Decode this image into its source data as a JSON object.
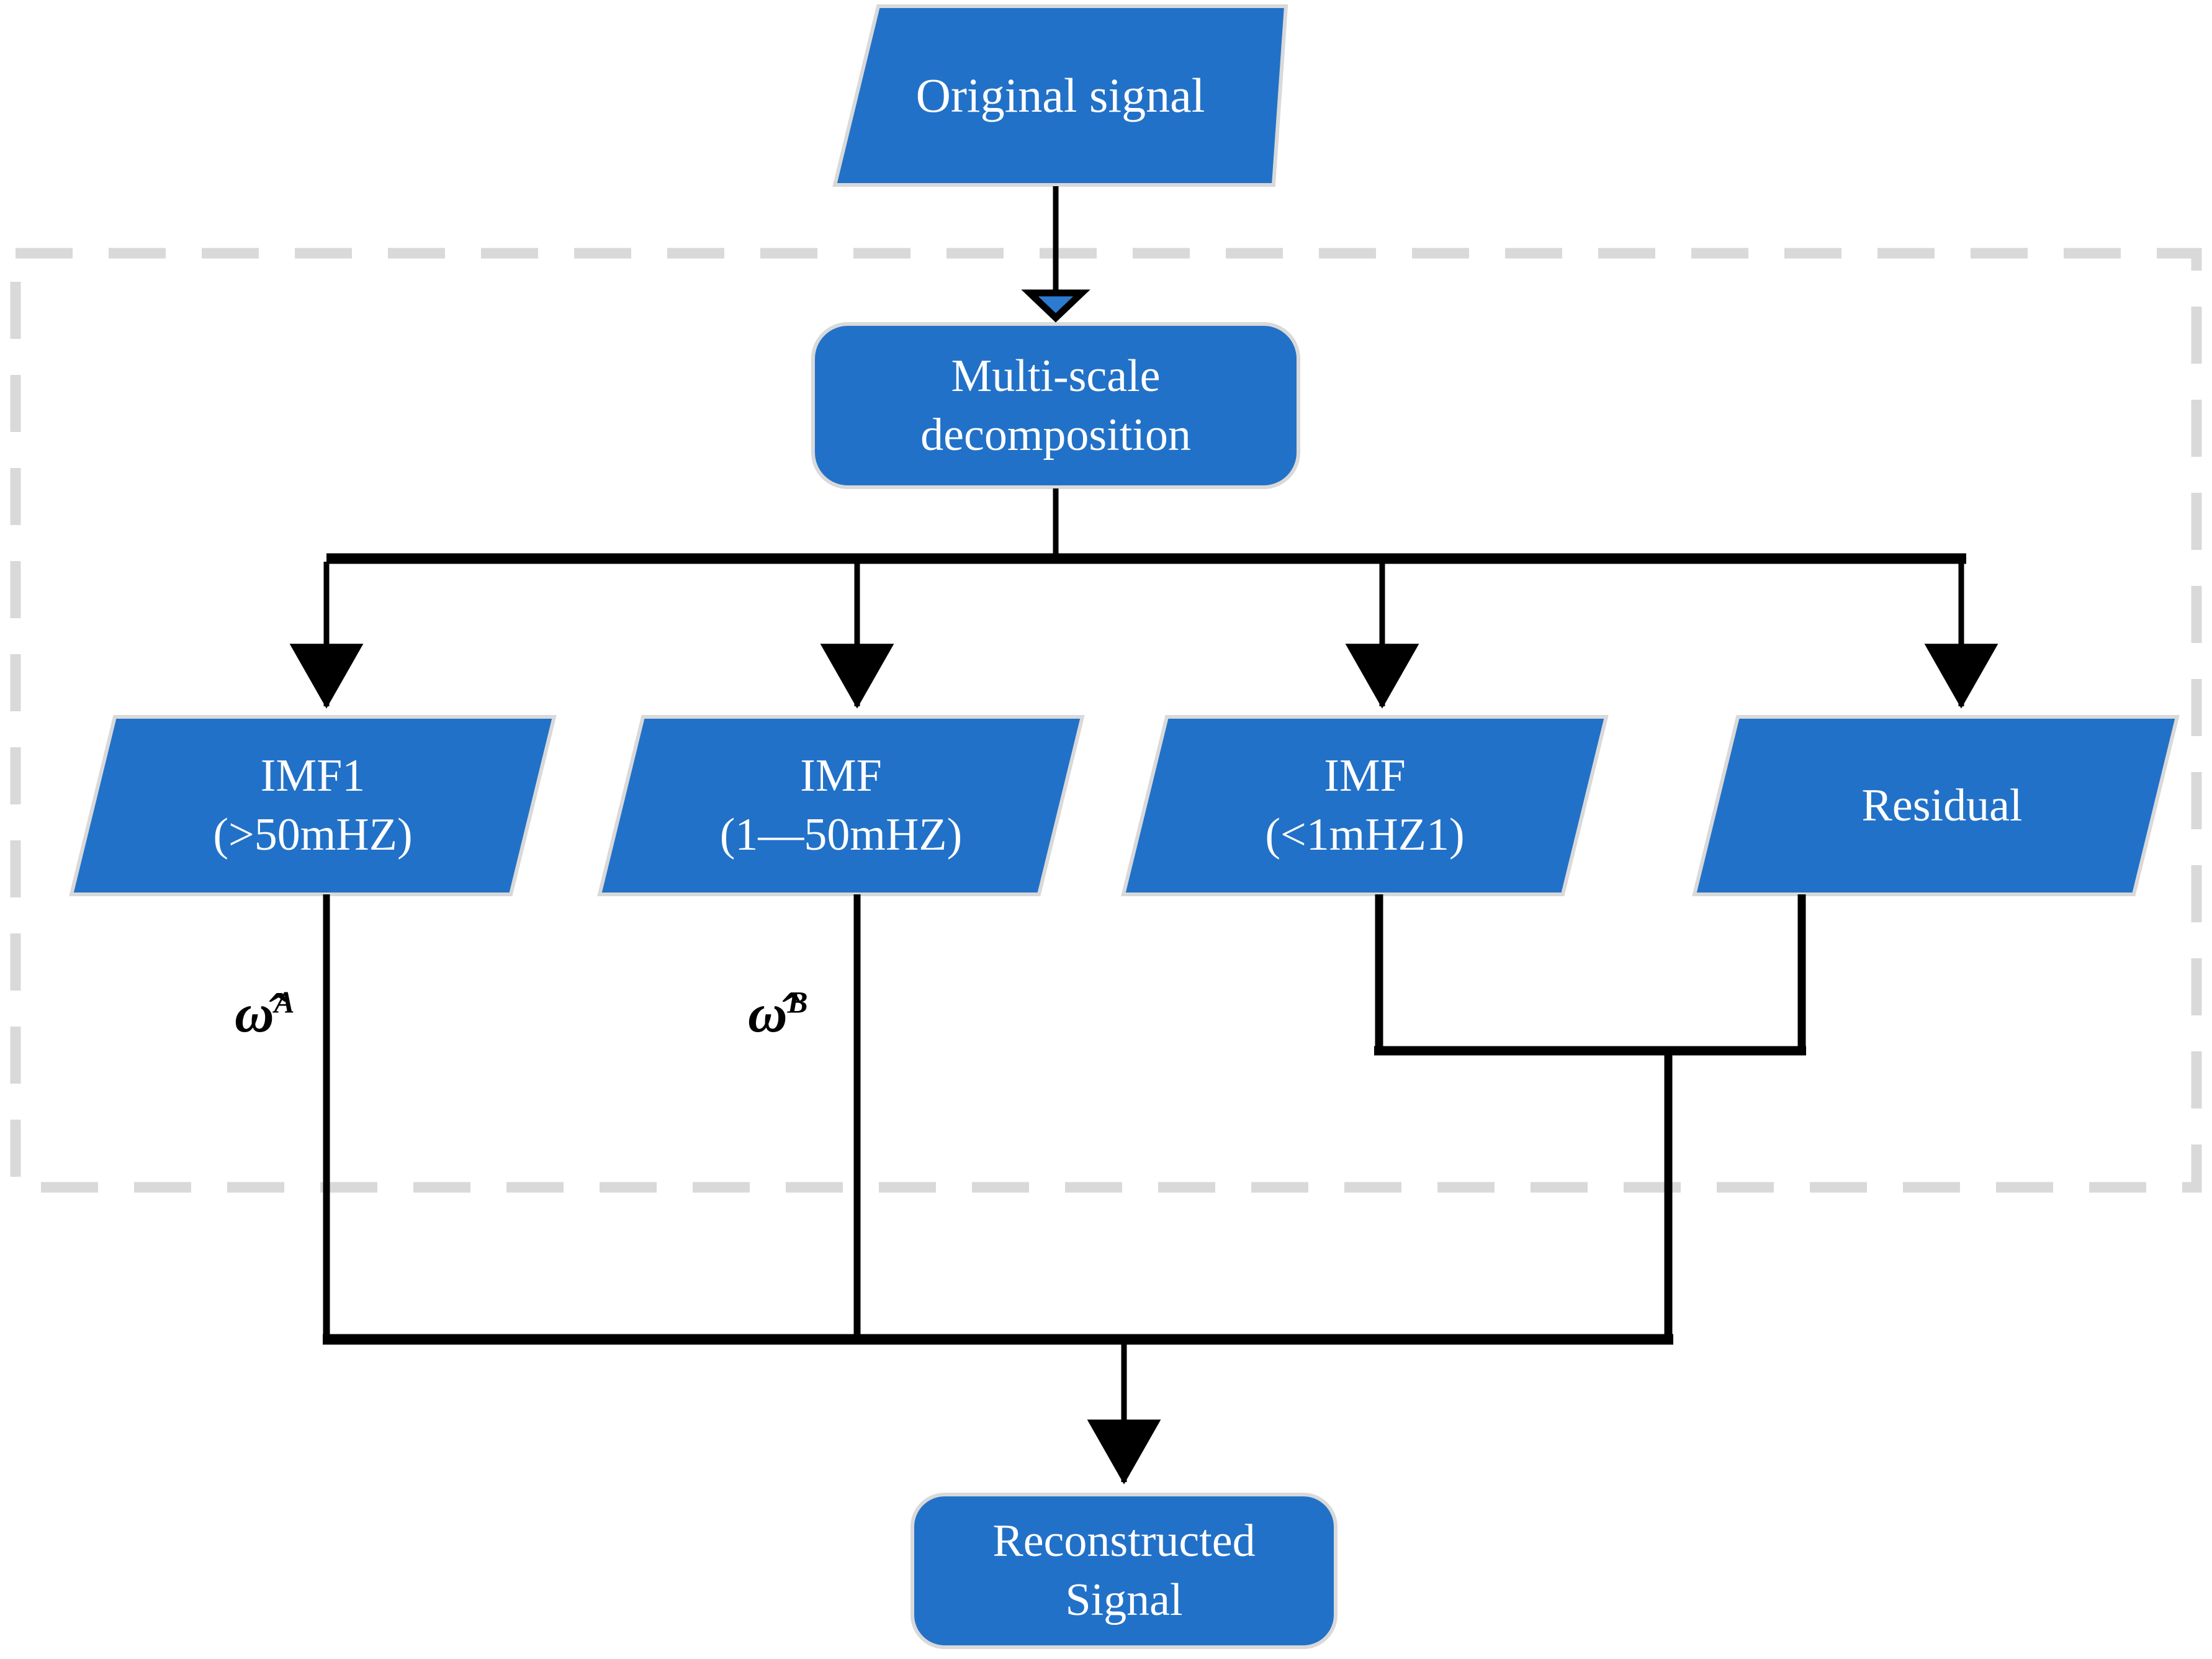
{
  "diagram": {
    "title_colors": {
      "node_fill": "#2271C8",
      "node_edge": "#D9D9D9",
      "dashed_group_border": "#D9D9D9",
      "connector": "#000000",
      "node_text": "#FFFFFF",
      "background": "#FFFFFF"
    },
    "nodes": [
      {
        "id": "original-signal",
        "shape": "parallelogram",
        "lines": [
          "Original signal"
        ]
      },
      {
        "id": "multi-scale-decomposition",
        "shape": "rounded-rectangle",
        "lines": [
          "Multi-scale",
          "decomposition"
        ]
      },
      {
        "id": "imf1",
        "shape": "parallelogram",
        "lines": [
          "IMF1",
          "(>50mHZ)"
        ]
      },
      {
        "id": "imf2",
        "shape": "parallelogram",
        "lines": [
          "IMF",
          "(1—50mHZ)"
        ]
      },
      {
        "id": "imf3",
        "shape": "parallelogram",
        "lines": [
          "IMF",
          "(<1mHZ1)"
        ]
      },
      {
        "id": "residual",
        "shape": "parallelogram",
        "lines": [
          "Residual"
        ]
      },
      {
        "id": "reconstructed-signal",
        "shape": "rounded-rectangle",
        "lines": [
          "Reconstructed",
          "Signal"
        ]
      }
    ],
    "edge_labels": [
      {
        "id": "omega-a",
        "base": "ω̂",
        "superscript": "A"
      },
      {
        "id": "omega-b",
        "base": "ω̂",
        "superscript": "B"
      }
    ],
    "group_box": {
      "id": "decomposition-group",
      "style": "dashed",
      "label": ""
    }
  }
}
